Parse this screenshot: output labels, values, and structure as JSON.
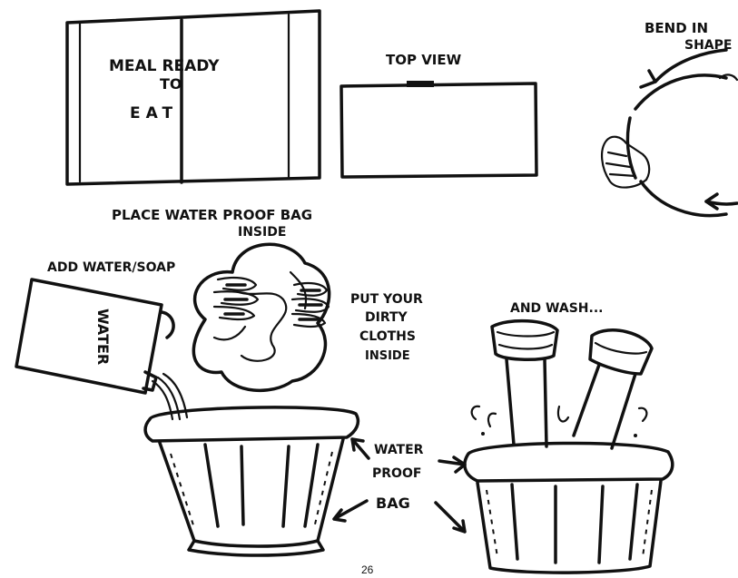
{
  "box_label": {
    "line1": "MEAL READY",
    "line2": "TO",
    "line3": "EAT"
  },
  "top_view_label": "TOP VIEW",
  "bend_label": {
    "line1": "BEND IN",
    "line2": "SHAPE"
  },
  "place_bag_label": {
    "line1": "PLACE WATER PROOF BAG",
    "line2": "INSIDE"
  },
  "add_water_label": "ADD WATER/SOAP",
  "jug_label": "WATER",
  "put_clothes_label": {
    "line1": "PUT YOUR",
    "line2": "DIRTY",
    "line3": "CLOTHS",
    "line4": "INSIDE"
  },
  "wash_label": "AND WASH...",
  "bag_label": {
    "line1": "WATER",
    "line2": "PROOF",
    "line3": "BAG"
  },
  "page_number": "26"
}
